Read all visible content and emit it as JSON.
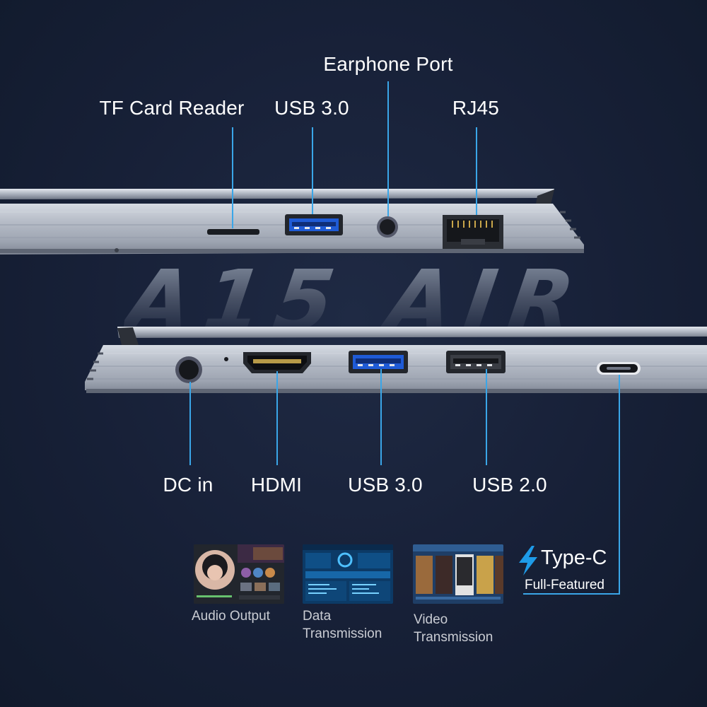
{
  "watermark": "A15 AIR",
  "ports_top": {
    "tf_card": "TF Card Reader",
    "usb30": "USB 3.0",
    "earphone": "Earphone Port",
    "rj45": "RJ45"
  },
  "ports_bottom": {
    "dc_in": "DC in",
    "hdmi": "HDMI",
    "usb30": "USB 3.0",
    "usb20": "USB 2.0"
  },
  "typec": {
    "title": "Type-C",
    "subtitle": "Full-Featured"
  },
  "features": {
    "audio": "Audio Output",
    "data_line1": "Data",
    "data_line2": "Transmission",
    "video_line1": "Video",
    "video_line2": "Transmission"
  },
  "colors": {
    "background": "#172037",
    "leader": "#3aa6e8",
    "usb3_blue": "#1f5bd6",
    "chassis": "#b8bec8"
  }
}
